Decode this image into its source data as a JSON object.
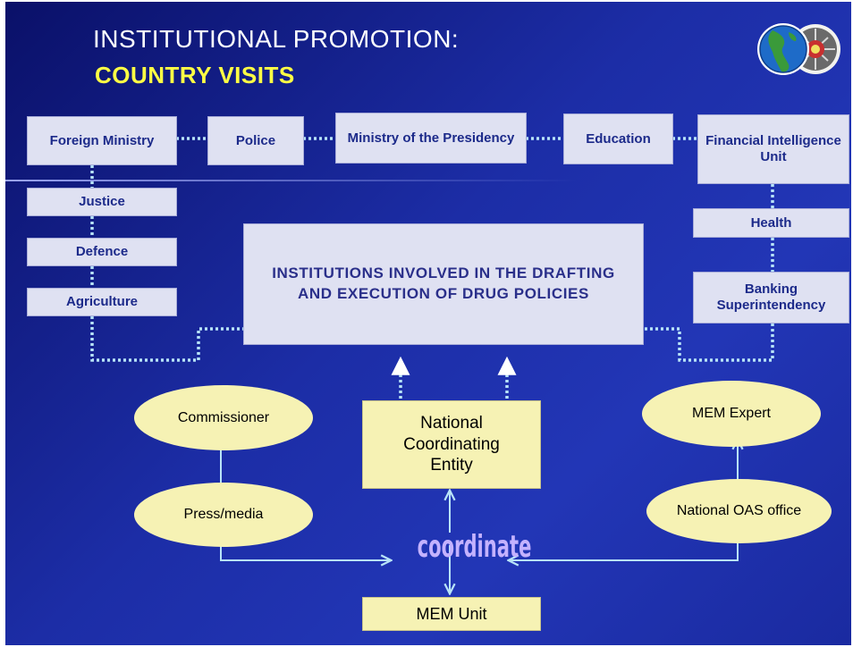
{
  "title": {
    "line1": "INSTITUTIONAL PROMOTION:",
    "line2": "COUNTRY VISITS"
  },
  "institutions": {
    "foreign_ministry": "Foreign Ministry",
    "police": "Police",
    "presidency": "Ministry of the Presidency",
    "education": "Education",
    "fiu": "Financial Intelligence Unit",
    "justice": "Justice",
    "defence": "Defence",
    "agriculture": "Agriculture",
    "health": "Health",
    "banking": "Banking Superintendency"
  },
  "central_box": "INSTITUTIONS INVOLVED IN THE DRAFTING AND EXECUTION OF DRUG POLICIES",
  "actors": {
    "commissioner": "Commissioner",
    "press_media": "Press/media",
    "nce": "National Coordinating Entity",
    "mem_expert": "MEM Expert",
    "oas_office": "National OAS office",
    "mem_unit": "MEM Unit"
  },
  "coordinate_label": "coordinate",
  "colors": {
    "background": "#1c2da6",
    "box_fill": "#dfe1f2",
    "box_text": "#1c2a8a",
    "ellipse_fill": "#f6f2b4",
    "title_accent": "#ffff44",
    "connector": "#b8e4f8",
    "coordinate_text": "#c4b2ff"
  },
  "icons": [
    "oas-globe-logo-icon",
    "oas-seal-logo-icon"
  ]
}
